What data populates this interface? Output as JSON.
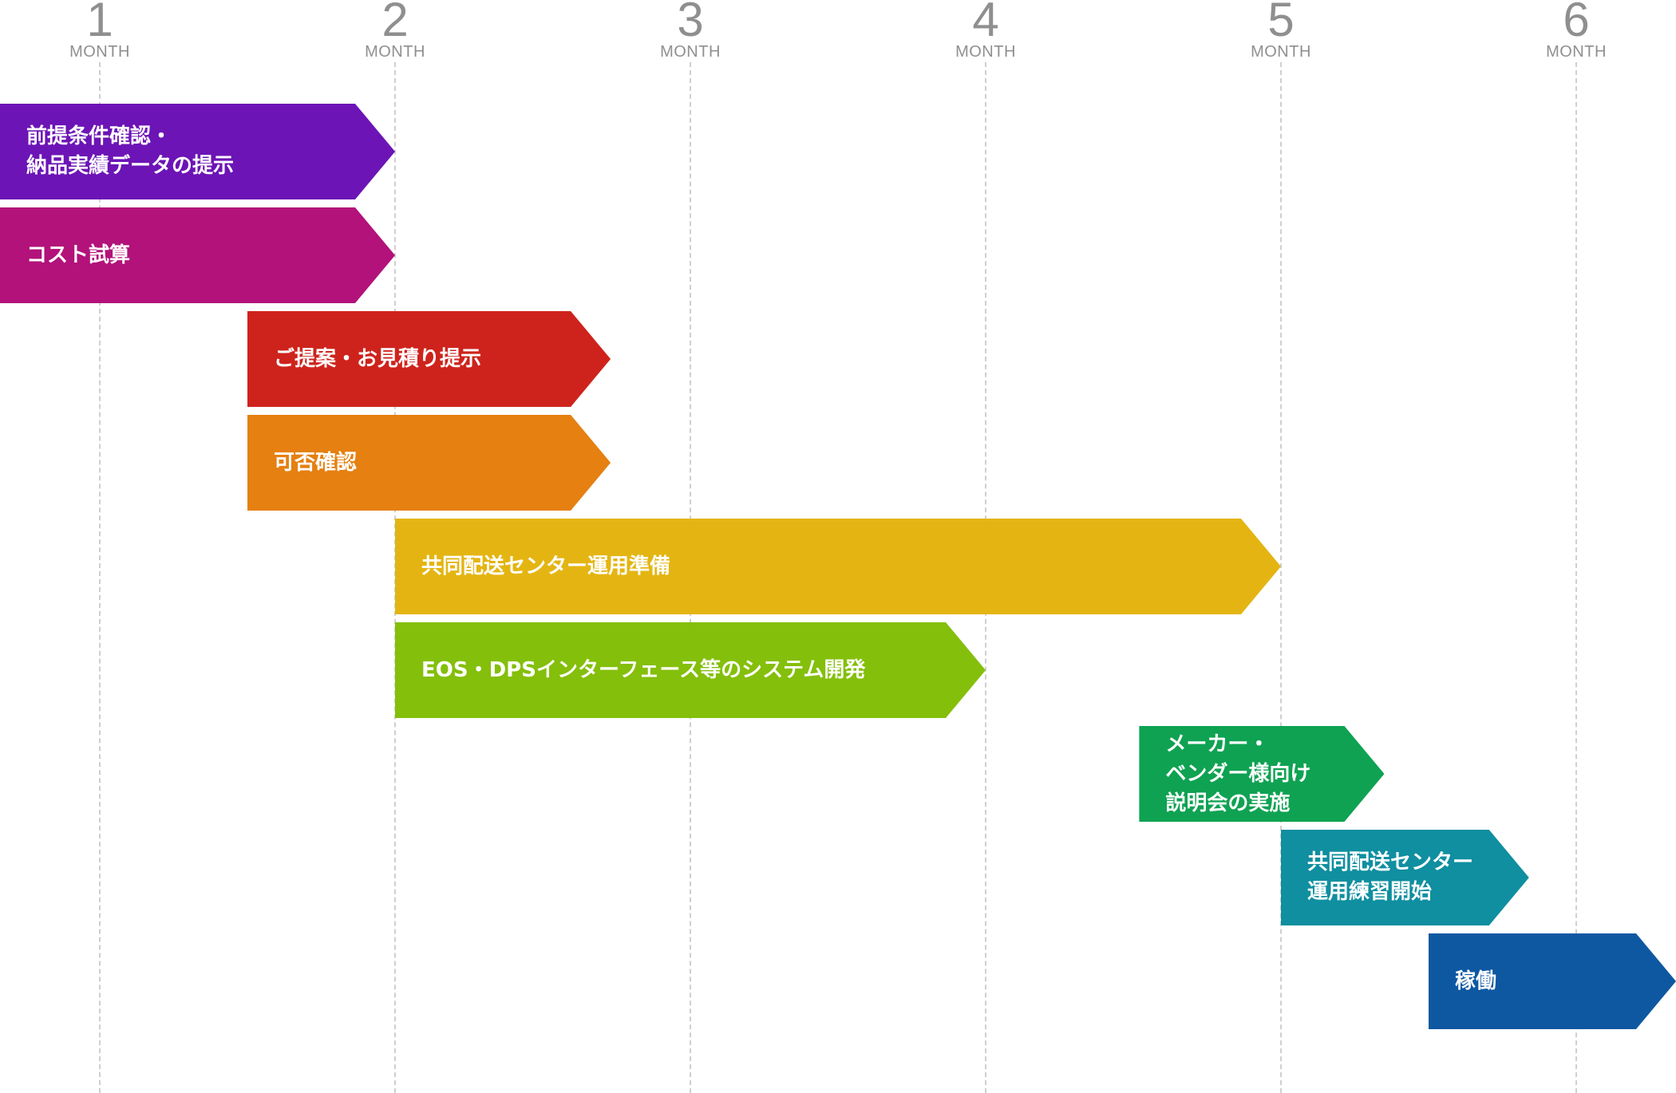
{
  "months": [
    {
      "number": "1",
      "unit": "MONTH"
    },
    {
      "number": "2",
      "unit": "MONTH"
    },
    {
      "number": "3",
      "unit": "MONTH"
    },
    {
      "number": "4",
      "unit": "MONTH"
    },
    {
      "number": "5",
      "unit": "MONTH"
    },
    {
      "number": "6",
      "unit": "MONTH"
    }
  ],
  "tasks": [
    {
      "label": "前提条件確認・\n納品実績データの提示",
      "start_month": 0.66,
      "end_month": 2.0,
      "color": "#6c14b6"
    },
    {
      "label": "コスト試算",
      "start_month": 0.66,
      "end_month": 2.0,
      "color": "#b2127a"
    },
    {
      "label": "ご提案・お見積り提示",
      "start_month": 1.5,
      "end_month": 2.73,
      "color": "#ce231c"
    },
    {
      "label": "可否確認",
      "start_month": 1.5,
      "end_month": 2.73,
      "color": "#e58011"
    },
    {
      "label": "共同配送センター運用準備",
      "start_month": 2.0,
      "end_month": 5.0,
      "color": "#e4b512"
    },
    {
      "label": "EOS・DPSインターフェース等のシステム開発",
      "start_month": 2.0,
      "end_month": 4.0,
      "color": "#84bf0b"
    },
    {
      "label": "メーカー・\nベンダー様向け\n説明会の実施",
      "start_month": 4.52,
      "end_month": 5.35,
      "color": "#0fa252"
    },
    {
      "label": "共同配送センター\n運用練習開始",
      "start_month": 5.0,
      "end_month": 5.84,
      "color": "#0f8fa0"
    },
    {
      "label": "稼働",
      "start_month": 5.5,
      "end_month": 6.34,
      "color": "#0e58a2"
    }
  ]
}
